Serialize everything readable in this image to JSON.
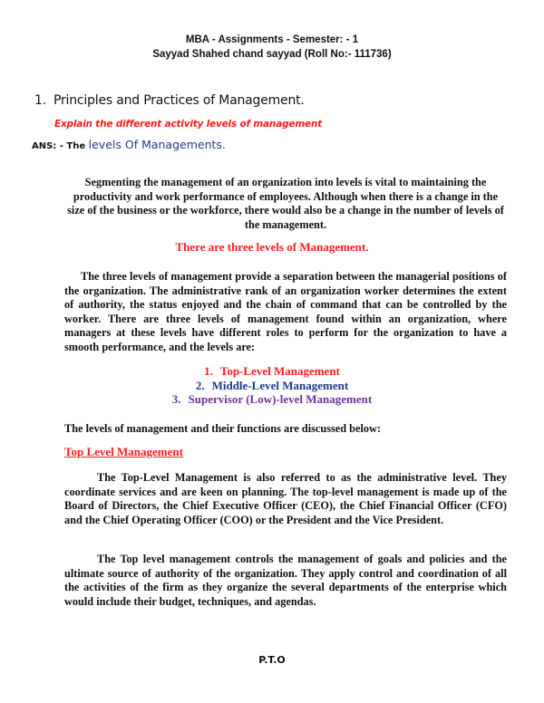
{
  "header": {
    "line1": "MBA - Assignments - Semester: - 1",
    "line2": "Sayyad Shahed chand sayyad (Roll No:- 111736)"
  },
  "section": {
    "number": "1.",
    "title": "Principles and Practices of Management.",
    "question": "Explain the different activity levels of management",
    "answer_prefix": "ANS: - The ",
    "answer_topic": "levels Of Managements."
  },
  "paragraphs": {
    "intro": "Segmenting the management of an organization into levels is vital to maintaining the productivity and work performance of employees. Although when there is a change in the size of the business or the workforce, there would also be a change in the number of levels of the management.",
    "three_levels_heading": "There are three levels of Management.",
    "separation": "The three levels of management provide a separation between the managerial positions of the organization. The administrative rank of an organization worker determines the extent of authority, the status enjoyed and the chain of command that can be controlled by the worker. There are three levels of management found within an organization, where managers at these levels have different roles to perform for the organization to have a smooth performance, and the levels are:",
    "discussed": "The levels of management and their functions are discussed below:",
    "top_level_heading": "Top Level Management",
    "top_level_p1": "The Top-Level Management is also referred to as the administrative level. They coordinate services and are keen on planning. The top-level management is made up of the Board of Directors, the Chief Executive Officer (CEO), the Chief Financial Officer (CFO) and the Chief Operating Officer (COO) or the President and the Vice President.",
    "top_level_p2": "The Top level management controls the management of goals and policies and the ultimate source of authority of the organization. They apply control and coordination of all the activities of the firm as they organize the several departments of the enterprise which would include their budget, techniques, and agendas."
  },
  "levels": [
    {
      "num": "1.",
      "label": "Top-Level Management",
      "color": "#ff1a1a"
    },
    {
      "num": "2.",
      "label": "Middle-Level Management",
      "color": "#1f3a8a"
    },
    {
      "num": "3.",
      "label": "Supervisor (Low)-level Management",
      "color": "#7030a0"
    }
  ],
  "footer": {
    "pto": "P.T.O"
  }
}
